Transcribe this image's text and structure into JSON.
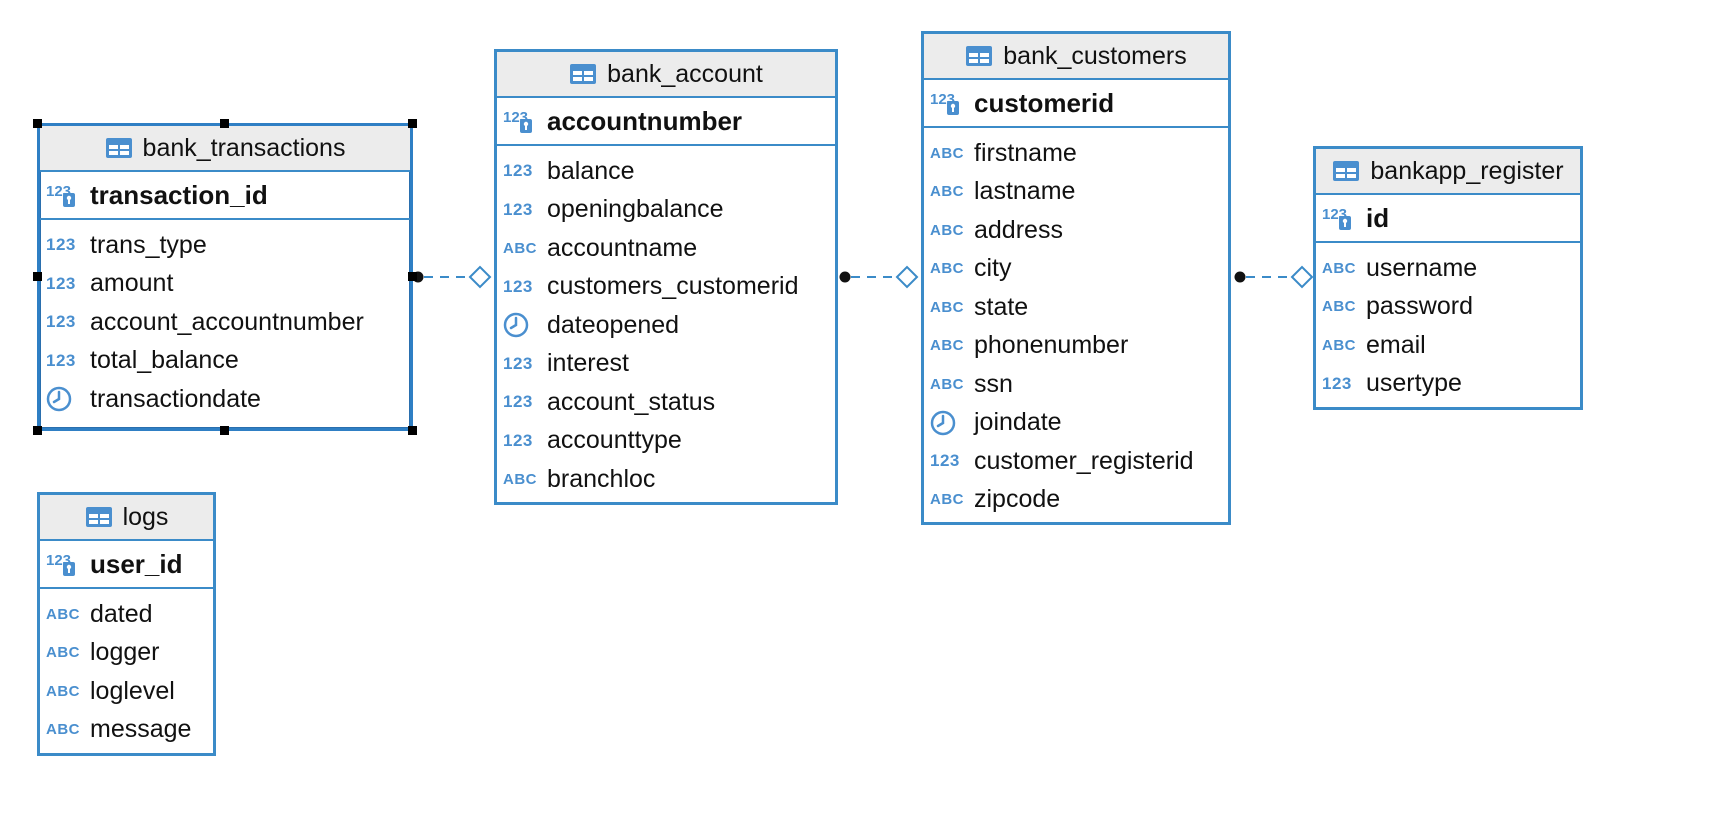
{
  "accent_color": "#3b8bc8",
  "header_background": "#ececec",
  "tables": {
    "bank_transactions": {
      "name": "bank_transactions",
      "pk": {
        "icon": "numeric-key-icon",
        "name": "transaction_id"
      },
      "columns": [
        {
          "icon": "numeric-type-icon",
          "type_label": "123",
          "name": "trans_type"
        },
        {
          "icon": "numeric-type-icon",
          "type_label": "123",
          "name": "amount"
        },
        {
          "icon": "numeric-type-icon",
          "type_label": "123",
          "name": "account_accountnumber"
        },
        {
          "icon": "numeric-type-icon",
          "type_label": "123",
          "name": "total_balance"
        },
        {
          "icon": "clock-icon",
          "type_label": "",
          "name": "transactiondate"
        }
      ]
    },
    "bank_account": {
      "name": "bank_account",
      "pk": {
        "icon": "numeric-key-icon",
        "name": "accountnumber"
      },
      "columns": [
        {
          "icon": "numeric-type-icon",
          "type_label": "123",
          "name": "balance"
        },
        {
          "icon": "numeric-type-icon",
          "type_label": "123",
          "name": "openingbalance"
        },
        {
          "icon": "text-type-icon",
          "type_label": "ABC",
          "name": "accountname"
        },
        {
          "icon": "numeric-type-icon",
          "type_label": "123",
          "name": "customers_customerid"
        },
        {
          "icon": "clock-icon",
          "type_label": "",
          "name": "dateopened"
        },
        {
          "icon": "numeric-type-icon",
          "type_label": "123",
          "name": "interest"
        },
        {
          "icon": "numeric-type-icon",
          "type_label": "123",
          "name": "account_status"
        },
        {
          "icon": "numeric-type-icon",
          "type_label": "123",
          "name": "accounttype"
        },
        {
          "icon": "text-type-icon",
          "type_label": "ABC",
          "name": "branchloc"
        }
      ]
    },
    "bank_customers": {
      "name": "bank_customers",
      "pk": {
        "icon": "numeric-key-icon",
        "name": "customerid"
      },
      "columns": [
        {
          "icon": "text-type-icon",
          "type_label": "ABC",
          "name": "firstname"
        },
        {
          "icon": "text-type-icon",
          "type_label": "ABC",
          "name": "lastname"
        },
        {
          "icon": "text-type-icon",
          "type_label": "ABC",
          "name": "address"
        },
        {
          "icon": "text-type-icon",
          "type_label": "ABC",
          "name": "city"
        },
        {
          "icon": "text-type-icon",
          "type_label": "ABC",
          "name": "state"
        },
        {
          "icon": "text-type-icon",
          "type_label": "ABC",
          "name": "phonenumber"
        },
        {
          "icon": "text-type-icon",
          "type_label": "ABC",
          "name": "ssn"
        },
        {
          "icon": "clock-icon",
          "type_label": "",
          "name": "joindate"
        },
        {
          "icon": "numeric-type-icon",
          "type_label": "123",
          "name": "customer_registerid"
        },
        {
          "icon": "text-type-icon",
          "type_label": "ABC",
          "name": "zipcode"
        }
      ]
    },
    "bankapp_register": {
      "name": "bankapp_register",
      "pk": {
        "icon": "numeric-key-icon",
        "name": "id"
      },
      "columns": [
        {
          "icon": "text-type-icon",
          "type_label": "ABC",
          "name": "username"
        },
        {
          "icon": "text-type-icon",
          "type_label": "ABC",
          "name": "password"
        },
        {
          "icon": "text-type-icon",
          "type_label": "ABC",
          "name": "email"
        },
        {
          "icon": "numeric-type-icon",
          "type_label": "123",
          "name": "usertype"
        }
      ]
    },
    "logs": {
      "name": "logs",
      "pk": {
        "icon": "numeric-key-icon",
        "name": "user_id"
      },
      "columns": [
        {
          "icon": "text-type-icon",
          "type_label": "ABC",
          "name": "dated"
        },
        {
          "icon": "text-type-icon",
          "type_label": "ABC",
          "name": "logger"
        },
        {
          "icon": "text-type-icon",
          "type_label": "ABC",
          "name": "loglevel"
        },
        {
          "icon": "text-type-icon",
          "type_label": "ABC",
          "name": "message"
        }
      ]
    }
  },
  "relationships": [
    {
      "from": "bank_transactions",
      "to": "bank_account"
    },
    {
      "from": "bank_account",
      "to": "bank_customers"
    },
    {
      "from": "bank_customers",
      "to": "bankapp_register"
    }
  ]
}
